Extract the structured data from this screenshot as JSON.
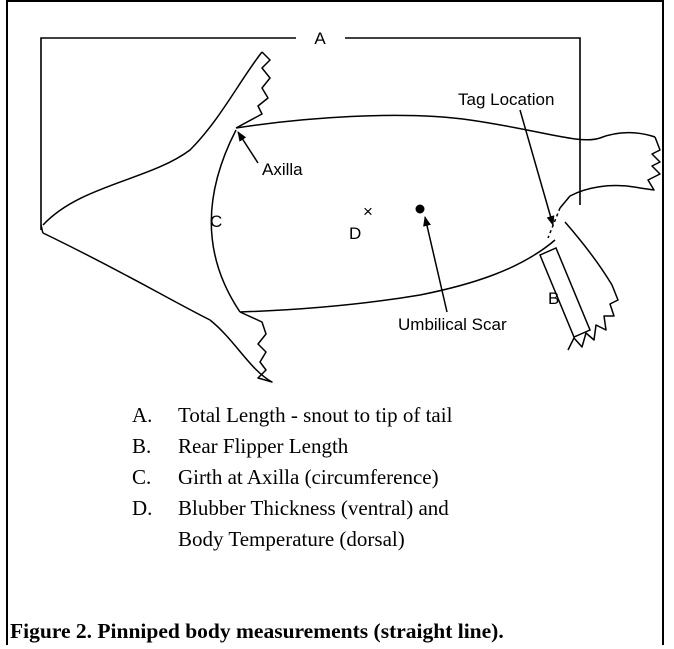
{
  "diagram": {
    "labels": {
      "a": "A",
      "b": "B",
      "c": "C",
      "d": "D",
      "axilla": "Axilla",
      "tag_location": "Tag Location",
      "umbilical_scar": "Umbilical Scar"
    }
  },
  "legend": [
    {
      "key": "A.",
      "lines": [
        "Total Length - snout to tip of tail"
      ]
    },
    {
      "key": "B.",
      "lines": [
        "Rear Flipper Length"
      ]
    },
    {
      "key": "C.",
      "lines": [
        "Girth at Axilla (circumference)"
      ]
    },
    {
      "key": "D.",
      "lines": [
        "Blubber Thickness (ventral) and",
        "Body Temperature (dorsal)"
      ]
    }
  ],
  "caption": "Figure 2.  Pinniped body measurements (straight line)."
}
